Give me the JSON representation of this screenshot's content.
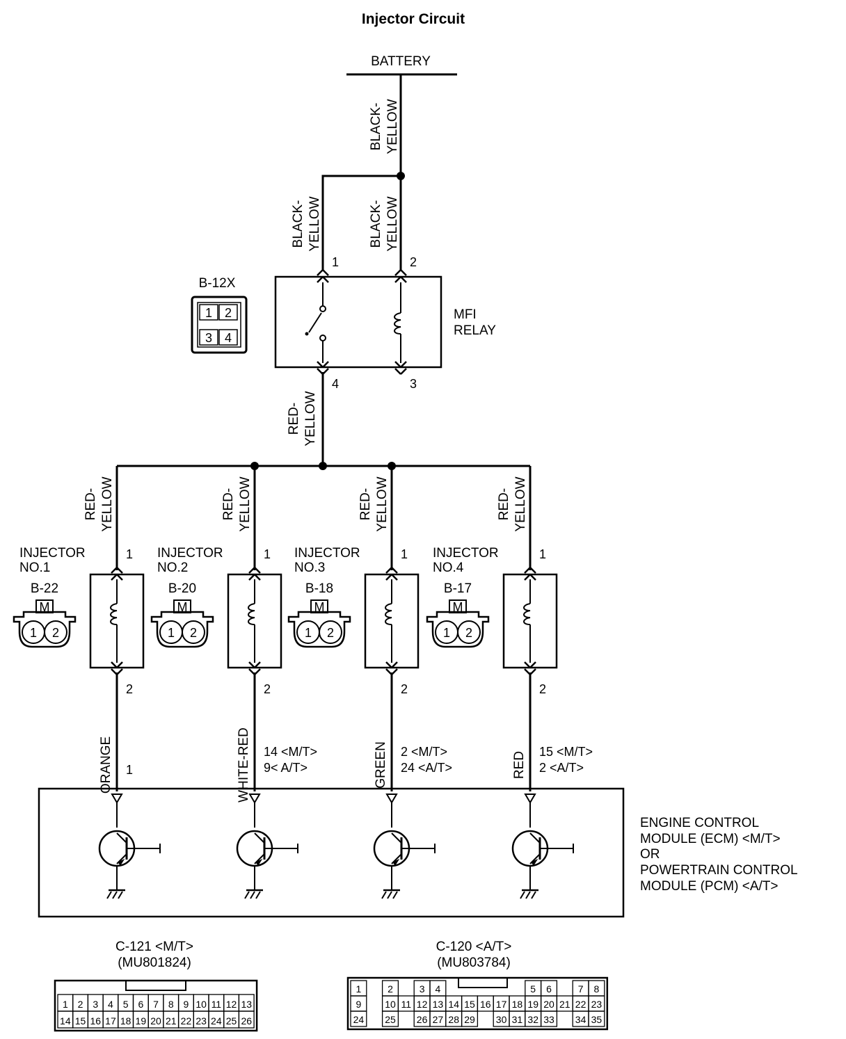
{
  "title": "Injector Circuit",
  "battery_label": "BATTERY",
  "relay": {
    "connector": "B-12X",
    "name_line1": "MFI",
    "name_line2": "RELAY",
    "pins": [
      "1",
      "2",
      "4",
      "3"
    ],
    "icon_pins": [
      "1",
      "2",
      "3",
      "4"
    ]
  },
  "wires": {
    "battery_wire": [
      "BLACK-",
      "YELLOW"
    ],
    "relay_pin1_wire": [
      "BLACK-",
      "YELLOW"
    ],
    "relay_pin2_wire": [
      "BLACK-",
      "YELLOW"
    ],
    "relay_out_wire": [
      "RED-",
      "YELLOW"
    ]
  },
  "injectors": [
    {
      "name1": "INJECTOR",
      "name2": "NO.1",
      "connector": "B-22",
      "supply": [
        "RED-",
        "YELLOW"
      ],
      "pin_top": "1",
      "pin_bottom": "2",
      "signal": "ORANGE",
      "ecm_pins": [
        "1"
      ]
    },
    {
      "name1": "INJECTOR",
      "name2": "NO.2",
      "connector": "B-20",
      "supply": [
        "RED-",
        "YELLOW"
      ],
      "pin_top": "1",
      "pin_bottom": "2",
      "signal": "WHITE-RED",
      "ecm_pins": [
        "14 <M/T>",
        "9< A/T>"
      ]
    },
    {
      "name1": "INJECTOR",
      "name2": "NO.3",
      "connector": "B-18",
      "supply": [
        "RED-",
        "YELLOW"
      ],
      "pin_top": "1",
      "pin_bottom": "2",
      "signal": "GREEN",
      "ecm_pins": [
        "2 <M/T>",
        "24 <A/T>"
      ]
    },
    {
      "name1": "INJECTOR",
      "name2": "NO.4",
      "connector": "B-17",
      "supply": [
        "RED-",
        "YELLOW"
      ],
      "pin_top": "1",
      "pin_bottom": "2",
      "signal": "RED",
      "ecm_pins": [
        "15 <M/T>",
        "2 <A/T>"
      ]
    }
  ],
  "injector_connector_icon": {
    "tab": "M",
    "pins": [
      "1",
      "2"
    ]
  },
  "ecm_label": [
    "ENGINE CONTROL",
    "MODULE (ECM) <M/T>",
    "OR",
    "POWERTRAIN CONTROL",
    "MODULE (PCM) <A/T>"
  ],
  "connectors": {
    "c121": {
      "title": "C-121 <M/T>",
      "part": "(MU801824)",
      "rows": [
        [
          "1",
          "2",
          "3",
          "4",
          "5",
          "6",
          "7",
          "8",
          "9",
          "10",
          "11",
          "12",
          "13"
        ],
        [
          "14",
          "15",
          "16",
          "17",
          "18",
          "19",
          "20",
          "21",
          "22",
          "23",
          "24",
          "25",
          "26"
        ]
      ]
    },
    "c120": {
      "title": "C-120 <A/T>",
      "part": "(MU803784)",
      "rows": [
        [
          "1",
          "",
          "2",
          "",
          "3",
          "4",
          "",
          "",
          "",
          "",
          "",
          "5",
          "6",
          "",
          "7",
          "8"
        ],
        [
          "9",
          "",
          "10",
          "11",
          "12",
          "13",
          "14",
          "15",
          "16",
          "17",
          "18",
          "19",
          "20",
          "21",
          "22",
          "23"
        ],
        [
          "24",
          "",
          "25",
          "",
          "26",
          "27",
          "28",
          "29",
          "",
          "30",
          "31",
          "32",
          "33",
          "",
          "34",
          "35"
        ]
      ]
    }
  }
}
